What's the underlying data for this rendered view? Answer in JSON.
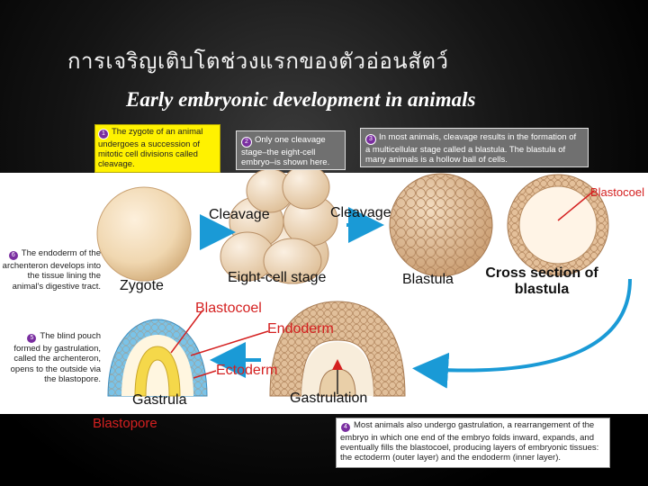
{
  "thai_title": "การเจริญเติบโตช่วงแรกของตัวอ่อนสัตว์",
  "main_title": "Early embryonic development in animals",
  "notes": {
    "n1": {
      "number": "1",
      "text": "The zygote of an animal undergoes a succession of mitotic cell divisions called cleavage."
    },
    "n2": {
      "number": "2",
      "text": "Only one cleavage stage–the eight-cell embryo–is shown here."
    },
    "n3": {
      "number": "3",
      "text": "In most animals, cleavage results in the formation of a multicellular stage called a blastula. The blastula of many animals is a hollow ball of cells."
    },
    "n4": {
      "number": "4",
      "text": "Most animals also undergo gastrulation, a rearrangement of the embryo in which one end of the embryo folds inward, expands, and eventually fills the blastocoel, producing layers of embryonic tissues: the ectoderm (outer layer) and the endoderm (inner layer)."
    },
    "n5": {
      "number": "5",
      "text": "The blind pouch formed by gastrulation, called the archenteron, opens to the outside via the blastopore."
    },
    "n6": {
      "number": "6",
      "text": "The endoderm of the archenteron develops into the tissue lining the animal's digestive tract."
    }
  },
  "labels": {
    "cleavage_1": "Cleavage",
    "cleavage_2": "Cleavage",
    "zygote": "Zygote",
    "eight_cell": "Eight-cell stage",
    "blastula": "Blastula",
    "cross_section": "Cross section of blastula",
    "blastocoel_top": "Blastocoel",
    "blastocoel_mid": "Blastocoel",
    "endoderm": "Endoderm",
    "ectoderm": "Ectoderm",
    "gastrula": "Gastrula",
    "gastrulation": "Gastrulation",
    "blastopore": "Blastopore"
  },
  "colors": {
    "label_red": "#d42020",
    "note_yellow": "#fff200",
    "note_gray": "#707070",
    "arrow_blue": "#1a9ad6",
    "cell_tan": "#f0d7b0",
    "endoderm_yellow": "#f5d84a",
    "ectoderm_blue": "#7ac3e8"
  }
}
